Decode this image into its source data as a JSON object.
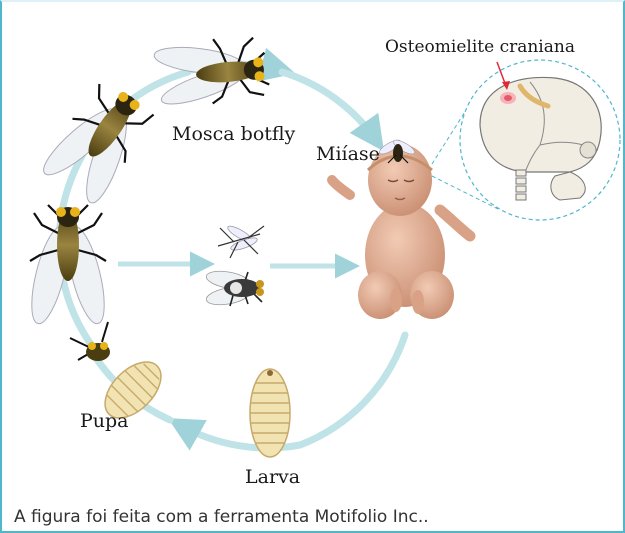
{
  "labels": {
    "adult": "Mosca botfly",
    "myiasis": "Miíase",
    "osteo": "Osteomielite craniana",
    "pupa": "Pupa",
    "larva": "Larva"
  },
  "caption": "A figura foi feita com a ferramenta Motifolio Inc..",
  "colors": {
    "frame": "#4fb6cc",
    "cycle": "#bfe3e6",
    "fly_body": "#6b5a1e",
    "skin": "#e6b59c",
    "larva": "#f2e3b3",
    "marker": "#e32636"
  }
}
